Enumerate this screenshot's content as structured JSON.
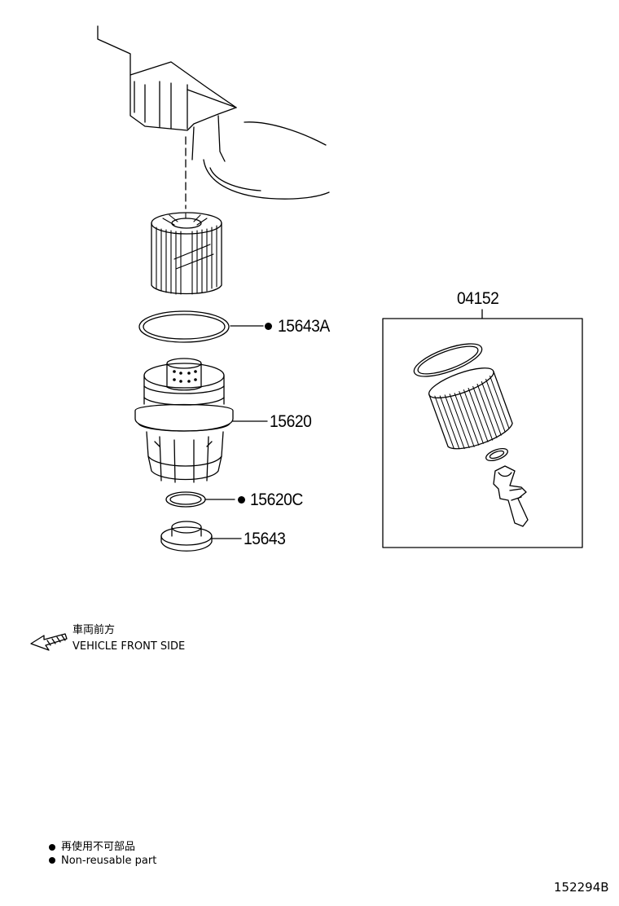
{
  "callouts": {
    "oring_top": "15643A",
    "cap": "15620",
    "gasket": "15620C",
    "plug": "15643",
    "kit": "04152"
  },
  "legend": {
    "front_jp": "車両前方",
    "front_en": "VEHICLE FRONT SIDE",
    "nonreusable_jp": "再使用不可部品",
    "nonreusable_en": "Non-reusable part"
  },
  "figure_id": "152294B"
}
